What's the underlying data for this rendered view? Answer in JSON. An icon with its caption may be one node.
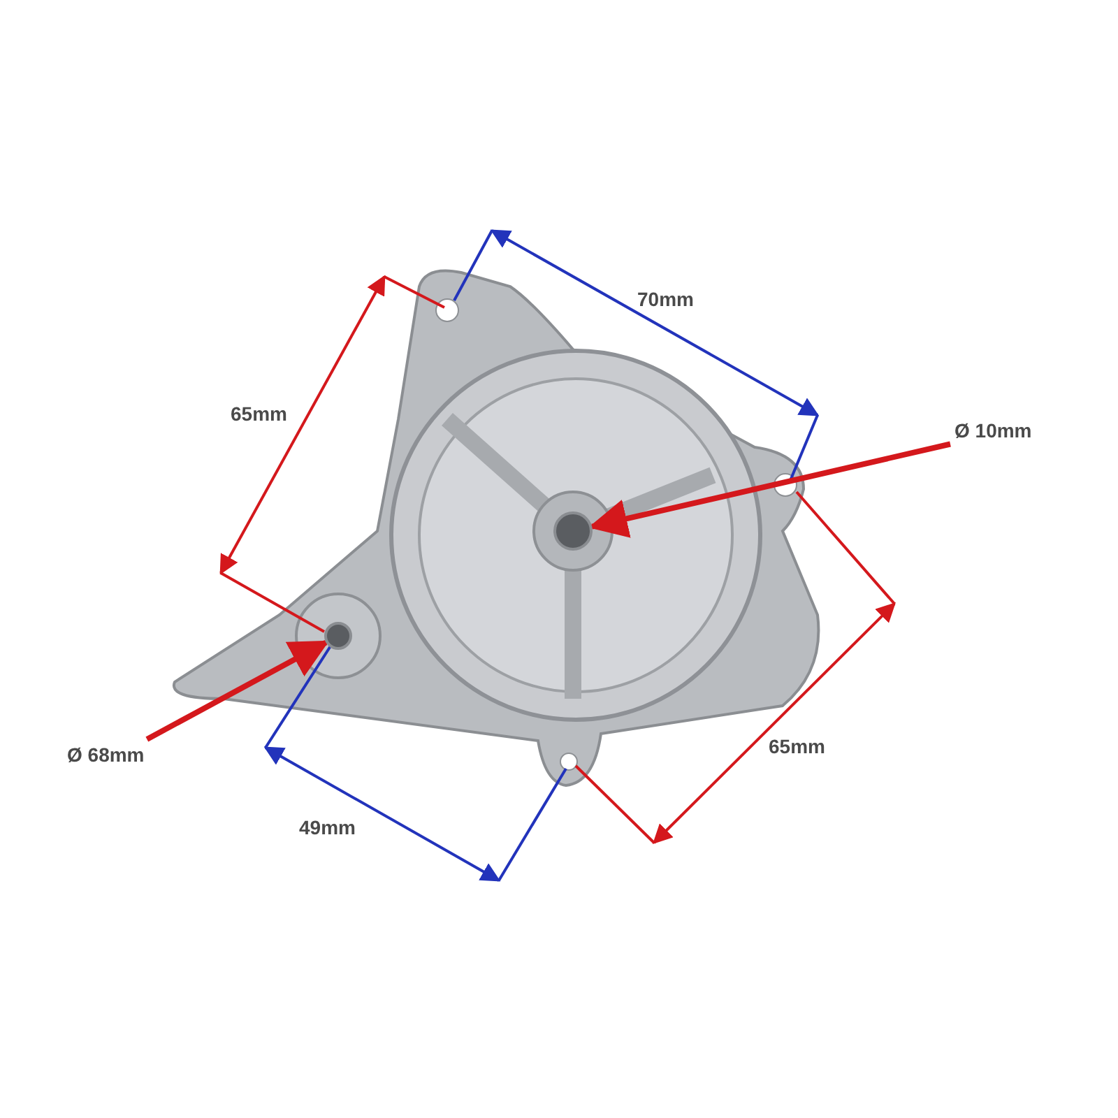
{
  "diagram": {
    "nodes": [
      {
        "text": [
          "Ø 10mm"
        ]
      },
      {
        "text": [],
        "shape": "circle"
      },
      {
        "text": [
          "Ø 68mm"
        ]
      },
      {
        "text": [],
        "shape": "circle"
      }
    ],
    "edges": [
      {
        "from": 0,
        "to": 1,
        "arrow": "to"
      },
      {
        "from": 2,
        "to": 3,
        "arrow": "to"
      }
    ],
    "labels": [
      "70mm",
      "65mm",
      "65mm",
      "49mm"
    ]
  }
}
